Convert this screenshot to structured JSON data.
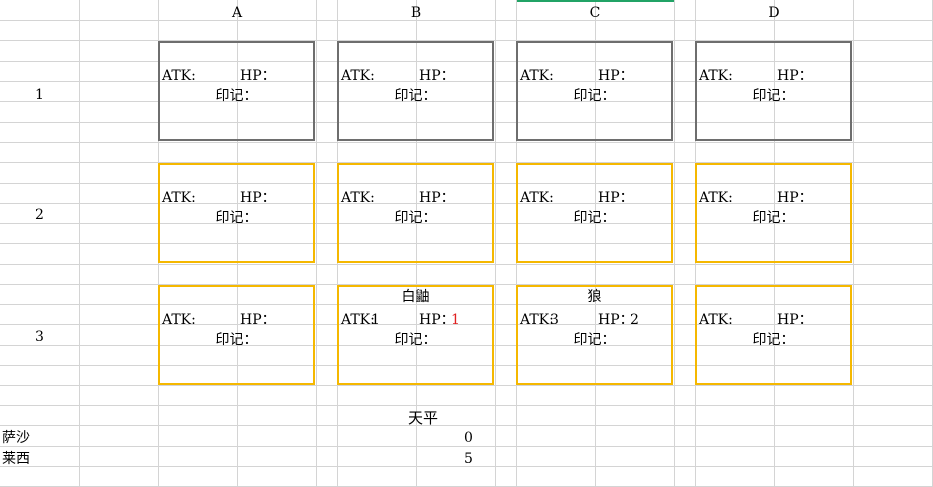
{
  "sheet": {
    "column_headers": [
      "A",
      "B",
      "C",
      "D"
    ],
    "row_headers": [
      "1",
      "2",
      "3"
    ]
  },
  "cards": [
    {
      "id": "1A",
      "style": "gray",
      "name": "",
      "atk_label": "ATK:",
      "atk_value": "",
      "hp_label": "HP：",
      "hp_value": "",
      "mark_label": "印记："
    },
    {
      "id": "1B",
      "style": "gray",
      "name": "",
      "atk_label": "ATK:",
      "atk_value": "",
      "hp_label": "HP：",
      "hp_value": "",
      "mark_label": "印记："
    },
    {
      "id": "1C",
      "style": "gray",
      "name": "",
      "atk_label": "ATK:",
      "atk_value": "",
      "hp_label": "HP：",
      "hp_value": "",
      "mark_label": "印记："
    },
    {
      "id": "1D",
      "style": "gray",
      "name": "",
      "atk_label": "ATK:",
      "atk_value": "",
      "hp_label": "HP：",
      "hp_value": "",
      "mark_label": "印记："
    },
    {
      "id": "2A",
      "style": "yellow",
      "name": "",
      "atk_label": "ATK:",
      "atk_value": "",
      "hp_label": "HP：",
      "hp_value": "",
      "mark_label": "印记："
    },
    {
      "id": "2B",
      "style": "yellow",
      "name": "",
      "atk_label": "ATK:",
      "atk_value": "",
      "hp_label": "HP：",
      "hp_value": "",
      "mark_label": "印记："
    },
    {
      "id": "2C",
      "style": "yellow",
      "name": "",
      "atk_label": "ATK:",
      "atk_value": "",
      "hp_label": "HP：",
      "hp_value": "",
      "mark_label": "印记："
    },
    {
      "id": "2D",
      "style": "yellow",
      "name": "",
      "atk_label": "ATK:",
      "atk_value": "",
      "hp_label": "HP：",
      "hp_value": "",
      "mark_label": "印记："
    },
    {
      "id": "3A",
      "style": "yellow",
      "name": "",
      "atk_label": "ATK:",
      "atk_value": "",
      "hp_label": "HP：",
      "hp_value": "",
      "mark_label": "印记："
    },
    {
      "id": "3B",
      "style": "yellow",
      "name": "白鼬",
      "atk_label": "ATK:",
      "atk_value": "1",
      "hp_label": "HP：",
      "hp_value": "1",
      "hp_value_color": "#e02020",
      "mark_label": "印记："
    },
    {
      "id": "3C",
      "style": "yellow",
      "name": "狼",
      "atk_label": "ATK:",
      "atk_value": "3",
      "hp_label": "HP：",
      "hp_value": "2",
      "mark_label": "印记："
    },
    {
      "id": "3D",
      "style": "yellow",
      "name": "",
      "atk_label": "ATK:",
      "atk_value": "",
      "hp_label": "HP：",
      "hp_value": "",
      "mark_label": "印记："
    }
  ],
  "balance": {
    "title": "天平",
    "players": [
      {
        "name": "萨沙",
        "value": "0"
      },
      {
        "name": "莱西",
        "value": "5"
      }
    ]
  },
  "colors": {
    "grid": "#d4d4d4",
    "opponent_border": "#6e6e6e",
    "player_border": "#f5b800",
    "active_column_marker": "#21a366",
    "damaged_hp": "#e02020"
  }
}
